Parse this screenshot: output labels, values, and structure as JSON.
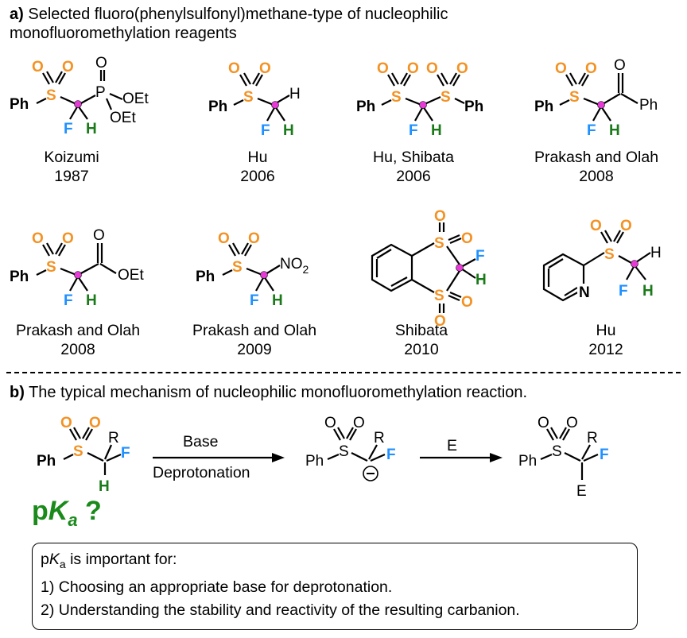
{
  "section_a": {
    "label": "a)",
    "title_line1": "Selected fluoro(phenylsulfonyl)methane-type of nucleophilic",
    "title_line2": "monofluoromethylation reagents"
  },
  "reagents": [
    {
      "author": "Koizumi",
      "year": "1987"
    },
    {
      "author": "Hu",
      "year": "2006"
    },
    {
      "author": "Hu, Shibata",
      "year": "2006"
    },
    {
      "author": "Prakash and Olah",
      "year": "2008"
    },
    {
      "author": "Prakash and Olah",
      "year": "2008"
    },
    {
      "author": "Prakash and Olah",
      "year": "2009"
    },
    {
      "author": "Shibata",
      "year": "2010"
    },
    {
      "author": "Hu",
      "year": "2012"
    }
  ],
  "atoms": {
    "ph": "Ph",
    "s": "S",
    "o": "O",
    "f": "F",
    "h": "H",
    "p": "P",
    "oet": "OEt",
    "no2": "NO",
    "no2_sub": "2",
    "n": "N",
    "r": "R",
    "e": "E"
  },
  "section_b": {
    "label": "b)",
    "title": "The typical mechanism of nucleophilic monofluoromethylation reaction."
  },
  "arrow1": {
    "top_label": "Base",
    "bottom_label": "Deprotonation"
  },
  "arrow2": {
    "top_label": "E"
  },
  "pka_question": {
    "p": "p",
    "k": "K",
    "a": "a",
    "q": "?"
  },
  "info_box": {
    "heading_p": "p",
    "heading_k": "K",
    "heading_a": "a",
    "heading_rest": " is important for:",
    "item1": "1) Choosing an appropriate base for deprotonation.",
    "item2": "2) Understanding the stability and reactivity of the resulting carbanion."
  },
  "colors": {
    "sulfonyl": "#f39224",
    "fluorine": "#1e90ff",
    "hydrogen": "#1a7a1a",
    "reactive_carbon": "#e63ad6",
    "pka": "#1a8a1a"
  }
}
